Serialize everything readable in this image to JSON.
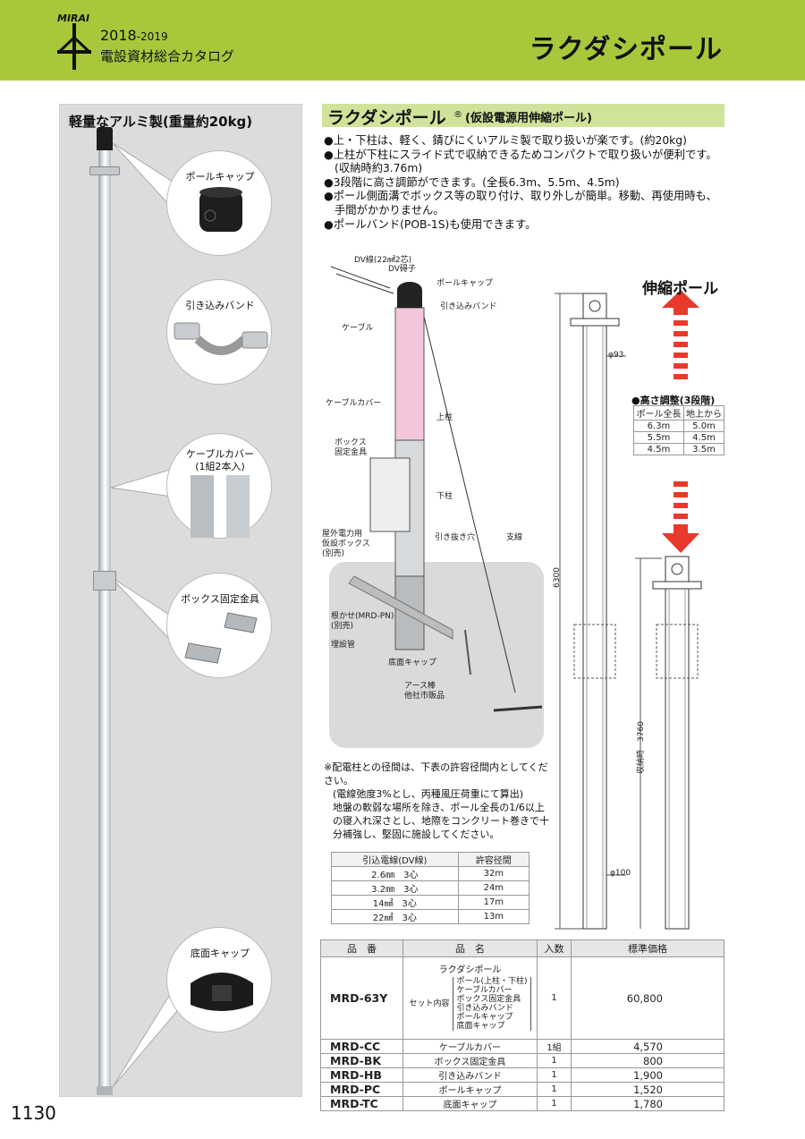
{
  "header": {
    "logo_text": "MIRAI",
    "year": "2018",
    "year_suffix": "-2019",
    "catalog_title": "電設資材総合カタログ",
    "page_title": "ラクダシポール"
  },
  "left": {
    "title": "軽量なアルミ製(重量約20kg)",
    "callouts": [
      {
        "label": "ポールキャップ"
      },
      {
        "label": "引き込みバンド"
      },
      {
        "label": "ケーブルカバー\n(1組2本入)"
      },
      {
        "label": "ボックス固定金具"
      },
      {
        "label": "底面キャップ"
      }
    ]
  },
  "product": {
    "name": "ラクダシポール",
    "reg_mark": "®",
    "subtitle": "(仮設電源用伸縮ポール)",
    "features": [
      "●上・下柱は、軽く、錆びにくいアルミ製で取り扱いが楽です。(約20kg)",
      "●上柱が下柱にスライド式で収納できるためコンパクトで取り扱いが便利です。(収納時約3.76m)",
      "●3段階に高さ調節ができます。(全長6.3m、5.5m、4.5m)",
      "●ポール側面溝でボックス等の取り付け、取り外しが簡単。移動、再使用時も、手間がかかりません。",
      "●ポールバンド(POB-1S)も使用できます。"
    ]
  },
  "diagram_labels": {
    "dv_wire": "DV線(22㎟2芯)",
    "dv_insulator": "DV碍子",
    "pole_cap": "ポールキャップ",
    "lead_band": "引き込みバンド",
    "cable": "ケーブル",
    "cable_cover": "ケーブルカバー",
    "upper_pole": "上柱",
    "box_bracket": "ボックス\n固定金具",
    "lower_pole": "下柱",
    "outdoor_box": "屋外電力用\n仮設ボックス\n(別売)",
    "pull_hole": "引き抜き穴",
    "stay_wire": "支線",
    "root_support": "根かせ(MRD-PN)\n(別売)",
    "buried_pipe": "埋設管",
    "bottom_cap": "底面キャップ",
    "earth_rod": "アース棒\n他社市販品"
  },
  "note": {
    "lines": [
      "※配電柱との径間は、下表の許容径間内としてください。",
      "(電線弛度3%とし、丙種風圧荷重にて算出)",
      "地盤の軟弱な場所を除き、ポール全長の1/6以上の寝入れ深さとし、地際をコンクリート巻きで十分補強し、堅固に施設してください。"
    ]
  },
  "span_table": {
    "headers": [
      "引込電線(DV線)",
      "許容径間"
    ],
    "rows": [
      [
        "2.6㎜　3心",
        "32m"
      ],
      [
        "3.2㎜　3心",
        "24m"
      ],
      [
        "14㎟　3心",
        "17m"
      ],
      [
        "22㎟　3心",
        "13m"
      ]
    ]
  },
  "dimensions": {
    "stretch_title": "伸縮ポール",
    "dia_top": "φ93",
    "dia_bottom": "φ100",
    "total": "6300",
    "stored": "収納時　3760",
    "height_title": "●高さ調整(3段階)",
    "height_headers": [
      "ポール全長",
      "地上から"
    ],
    "height_rows": [
      [
        "6.3m",
        "5.0m"
      ],
      [
        "5.5m",
        "4.5m"
      ],
      [
        "4.5m",
        "3.5m"
      ]
    ]
  },
  "products_table": {
    "headers": [
      "品　番",
      "品　名",
      "入数",
      "標準価格"
    ],
    "main_row": {
      "code": "MRD-63Y",
      "name": "ラクダシポール",
      "set_label": "セット内容",
      "set_items": [
        "ポール(上柱・下柱)",
        "ケーブルカバー",
        "ボックス固定金具",
        "引き込みバンド",
        "ポールキャップ",
        "底面キャップ"
      ],
      "qty": "1",
      "price": "60,800"
    },
    "rows": [
      {
        "code": "MRD-CC",
        "name": "ケーブルカバー",
        "qty": "1組",
        "price": "4,570"
      },
      {
        "code": "MRD-BK",
        "name": "ボックス固定金具",
        "qty": "1",
        "price": "800"
      },
      {
        "code": "MRD-HB",
        "name": "引き込みバンド",
        "qty": "1",
        "price": "1,900"
      },
      {
        "code": "MRD-PC",
        "name": "ポールキャップ",
        "qty": "1",
        "price": "1,520"
      },
      {
        "code": "MRD-TC",
        "name": "底面キャップ",
        "qty": "1",
        "price": "1,780"
      }
    ]
  },
  "page_number": "1130"
}
